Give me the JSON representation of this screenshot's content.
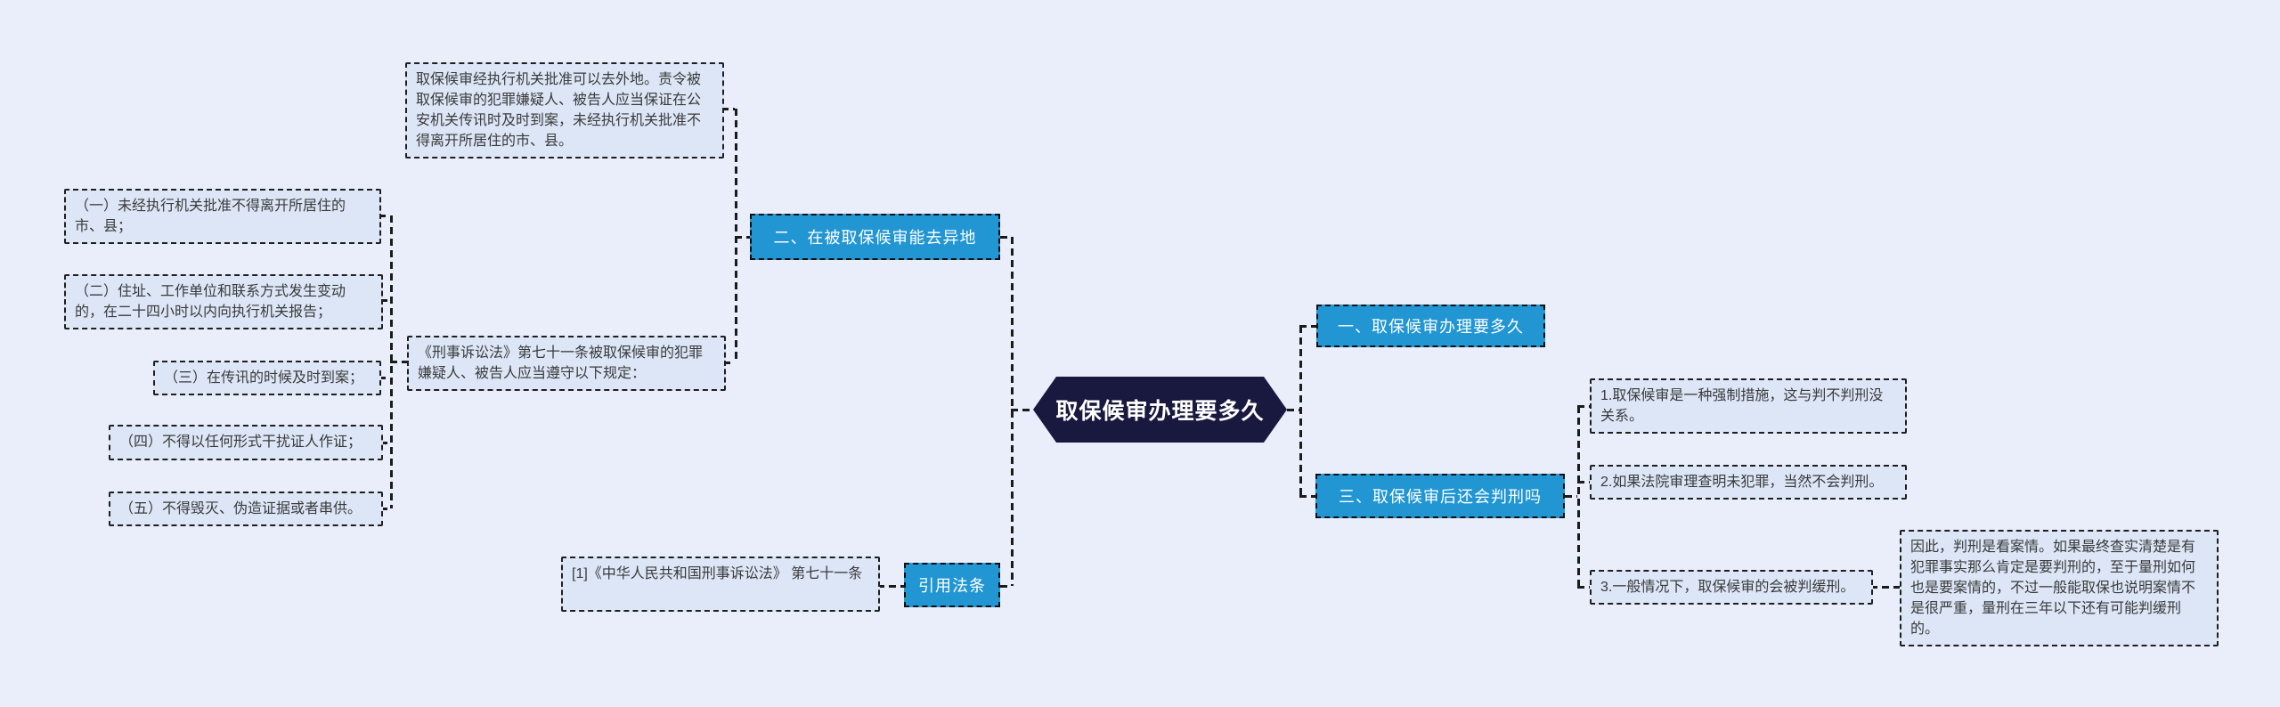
{
  "title": "取保候审办理要多久",
  "colors": {
    "background": "#e9eefa",
    "note_fill": "#dce6f6",
    "note_border": "#1f1f1f",
    "note_text": "#3a3a3a",
    "branch_fill": "#2196d3",
    "branch_text": "#ffffff",
    "root_fill": "#191940",
    "root_text": "#ffffff",
    "connector": "#1b1b1b"
  },
  "root": "取保候审办理要多久",
  "branches": {
    "one": "一、取保候审办理要多久",
    "two": "二、在被取保候审能去异地",
    "three": "三、取保候审后还会判刑吗",
    "cite": "引用法条"
  },
  "notes": {
    "leave_city": "取保候审经执行机关批准可以去外地。责令被取保候审的犯罪嫌疑人、被告人应当保证在公安机关传讯时及时到案，未经执行机关批准不得离开所居住的市、县。",
    "law_71": "《刑事诉讼法》第七十一条被取保候审的犯罪嫌疑人、被告人应当遵守以下规定：",
    "rule_1": "（一）未经执行机关批准不得离开所居住的市、县；",
    "rule_2": "（二）住址、工作单位和联系方式发生变动的，在二十四小时以内向执行机关报告；",
    "rule_3": "（三）在传讯的时候及时到案；",
    "rule_4": "（四）不得以任何形式干扰证人作证；",
    "rule_5": "（五）不得毁灭、伪造证据或者串供。",
    "verdict_1": "1.取保候审是一种强制措施，这与判不判刑没关系。",
    "verdict_2": "2.如果法院审理查明未犯罪，当然不会判刑。",
    "verdict_3": "3.一般情况下，取保候审的会被判缓刑。",
    "verdict_detail": "因此，判刑是看案情。如果最终查实清楚是有犯罪事实那么肯定是要判刑的，至于量刑如何也是要案情的，不过一般能取保也说明案情不是很严重，量刑在三年以下还有可能判缓刑的。",
    "citation": "[1]《中华人民共和国刑事诉讼法》 第七十一条"
  }
}
